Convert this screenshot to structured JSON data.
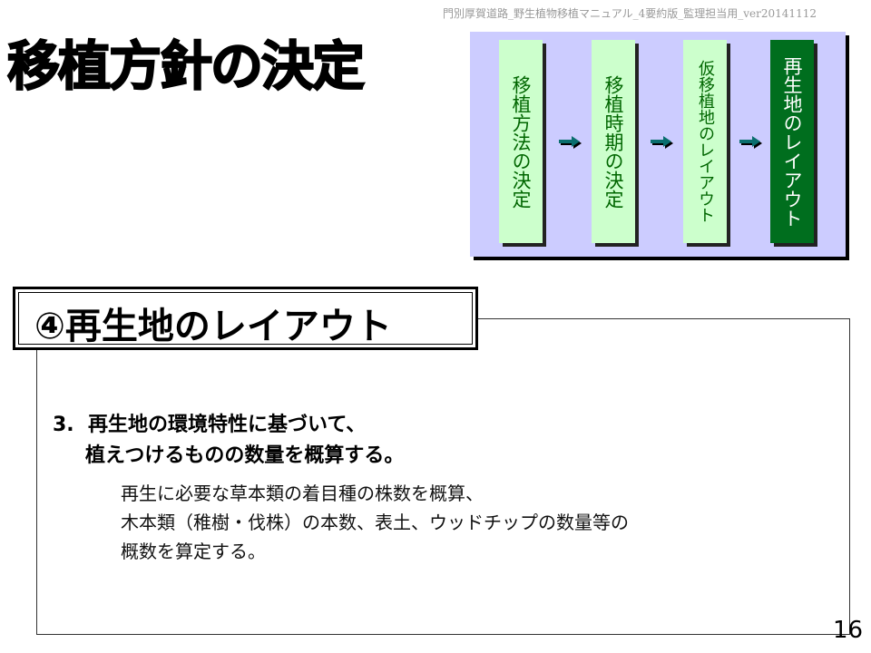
{
  "header_note": "門別厚賀道路_野生植物移植マニュアル_4要約版_監理担当用_ver20141112",
  "title": "移植方針の決定",
  "flow": {
    "steps": [
      "移植方法の決定",
      "移植時期の決定",
      "仮移植地のレイアウト",
      "再生地のレイアウト"
    ],
    "active_index": 3,
    "colors": {
      "panel": "#ccccff",
      "step": "#ccffcc",
      "active": "#006e1e",
      "arrow": "#0a6e6e"
    }
  },
  "section_title": "④再生地のレイアウト",
  "content": {
    "number": "3.",
    "heading_lines": [
      "再生地の環境特性に基づいて、",
      "植えつけるものの数量を概算する。"
    ],
    "body_lines": [
      "再生に必要な草本類の着目種の株数を概算、",
      "木本類（稚樹・伐株）の本数、表土、ウッドチップの数量等の",
      "概数を算定する。"
    ]
  },
  "page_number": "16"
}
